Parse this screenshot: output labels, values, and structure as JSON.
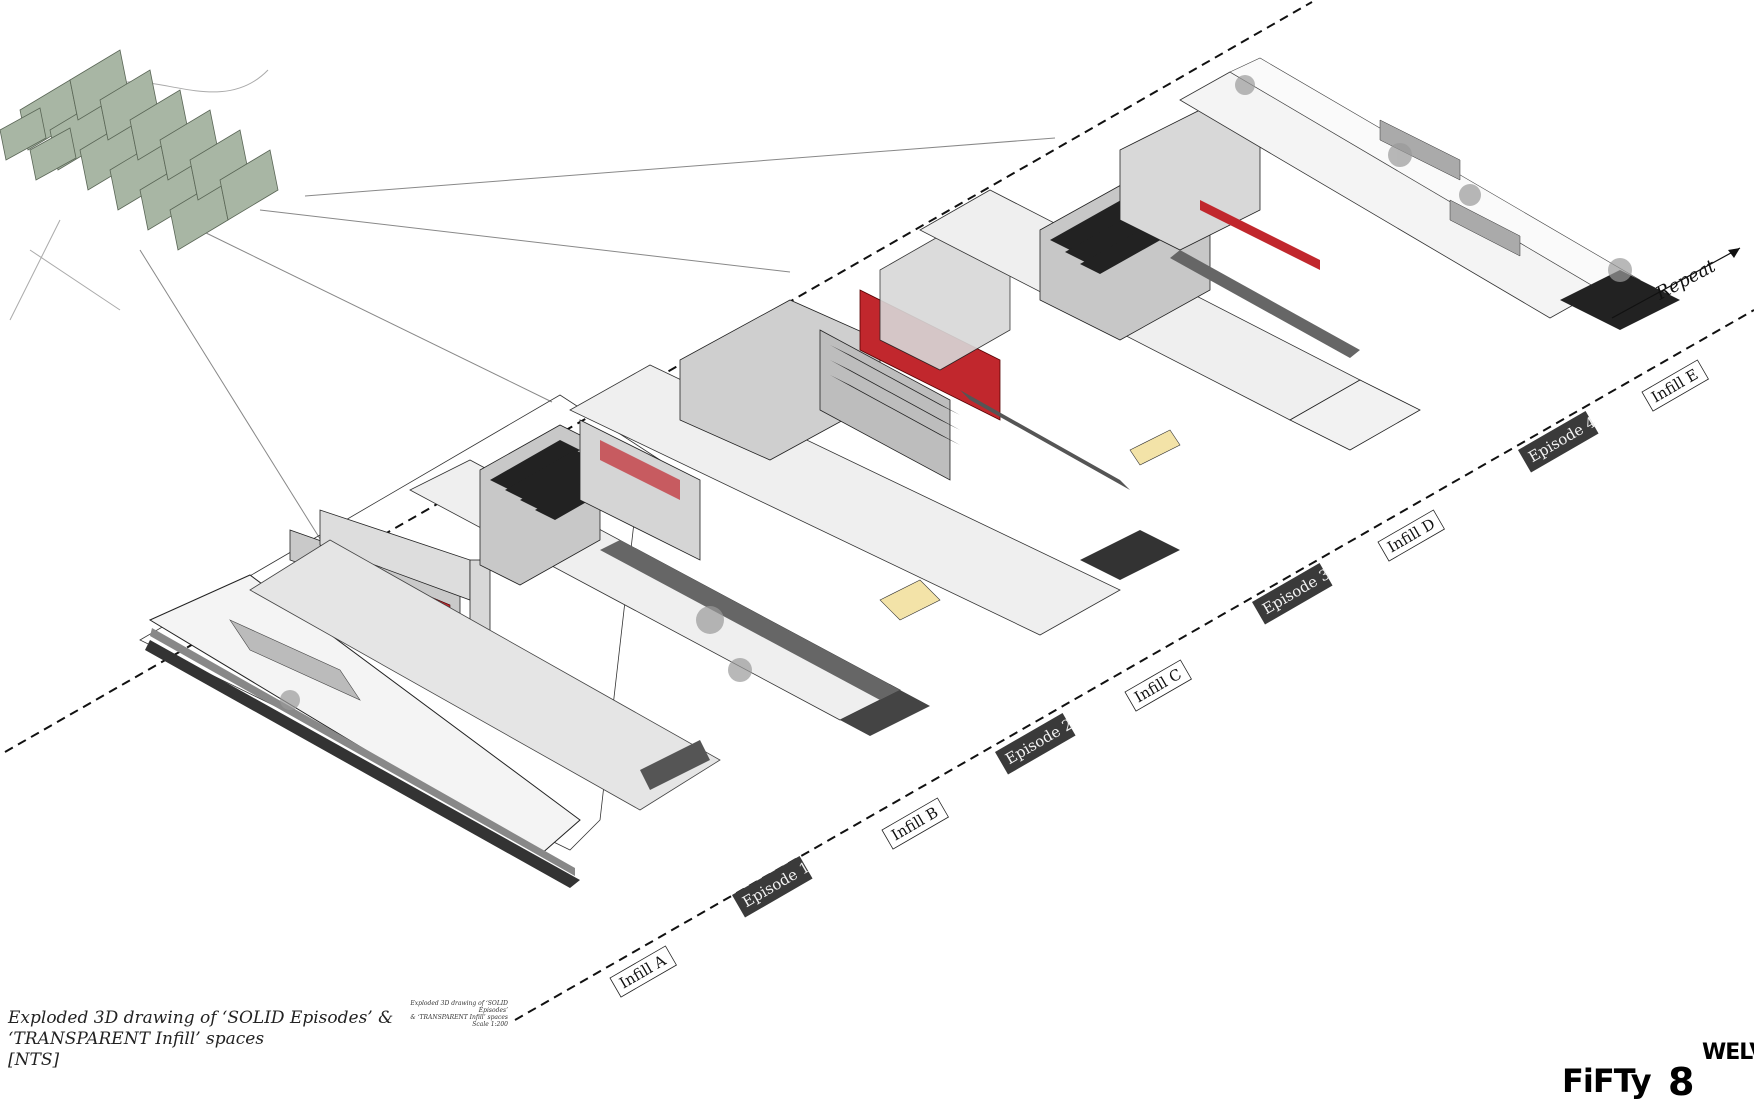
{
  "caption": {
    "line1": "Exploded 3D drawing of ‘SOLID Episodes’ &",
    "line2": "‘TRANSPARENT Infill’ spaces",
    "line3": "[NTS]"
  },
  "small_note": {
    "line1": "Exploded 3D drawing of ‘SOLID Episodes’",
    "line2": "& ‘TRANSPARENT Infill’ spaces",
    "line3": "Scale 1:200"
  },
  "labels": {
    "episode1": "Episode 1",
    "episode2": "Episode 2",
    "episode3": "Episode 3",
    "episode4": "Episode 4",
    "infillA": "Infill A",
    "infillB": "Infill B",
    "infillC": "Infill C",
    "infillD": "Infill D",
    "infillE": "Infill E",
    "repeat": "Repeat"
  },
  "logo": {
    "main": "FiFTy",
    "number": "8",
    "superscript": "WELVe"
  },
  "colors": {
    "red_accent": "#c1272d",
    "tag_dark": "#3a3a3a",
    "line": "#111111",
    "structure_grey": "#8a8a8a"
  }
}
